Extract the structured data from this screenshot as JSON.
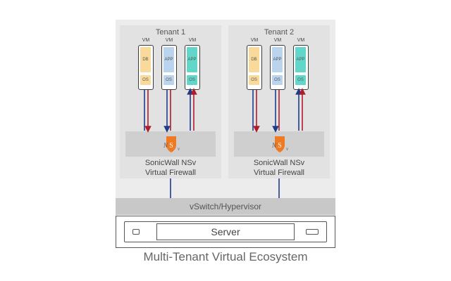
{
  "diagram": {
    "caption": "Multi-Tenant Virtual Ecosystem",
    "vswitch_label": "vSwitch/Hypervisor",
    "server_label": "Server",
    "tenants": [
      {
        "title": "Tenant 1",
        "firewall_line1": "SonicWall NSv",
        "firewall_line2": "Virtual Firewall",
        "vms": [
          {
            "label": "VM",
            "top": "DB",
            "bottom": "OS"
          },
          {
            "label": "VM",
            "top": "APP",
            "bottom": "OS"
          },
          {
            "label": "VM",
            "top": "APP",
            "bottom": "OS"
          }
        ]
      },
      {
        "title": "Tenant 2",
        "firewall_line1": "SonicWall NSv",
        "firewall_line2": "Virtual Firewall",
        "vms": [
          {
            "label": "VM",
            "top": "DB",
            "bottom": "OS"
          },
          {
            "label": "VM",
            "top": "APP",
            "bottom": "OS"
          },
          {
            "label": "VM",
            "top": "APP",
            "bottom": "OS"
          }
        ]
      }
    ],
    "colors": {
      "db": "#f9da9a",
      "app": "#b9d4ec",
      "app_alt": "#62d6c8",
      "arrow_blue": "#1f3c8c",
      "arrow_red": "#b01c2a",
      "shield": "#f07a22"
    }
  }
}
